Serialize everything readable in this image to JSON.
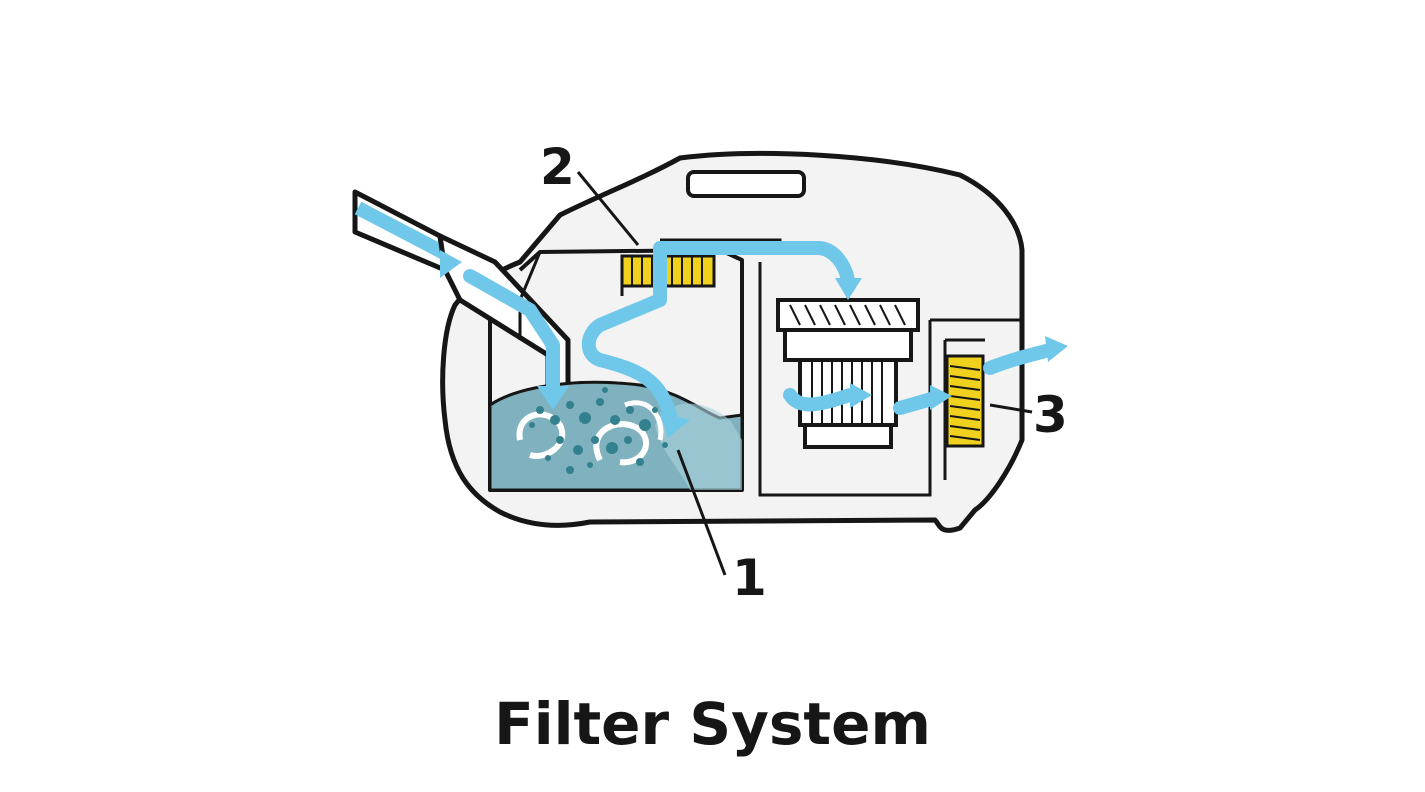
{
  "caption": "Filter System",
  "callouts": [
    {
      "id": "water-filter",
      "label": "1"
    },
    {
      "id": "intermediate-filter",
      "label": "2"
    },
    {
      "id": "exhaust-filter",
      "label": "3"
    }
  ],
  "colors": {
    "outline": "#161616",
    "body": "#f3f3f3",
    "airflow": "#6fc7ea",
    "water": "#7fb1be",
    "water_dots": "#33808f",
    "filter_yellow": "#f0d21e",
    "background": "#ffffff"
  }
}
